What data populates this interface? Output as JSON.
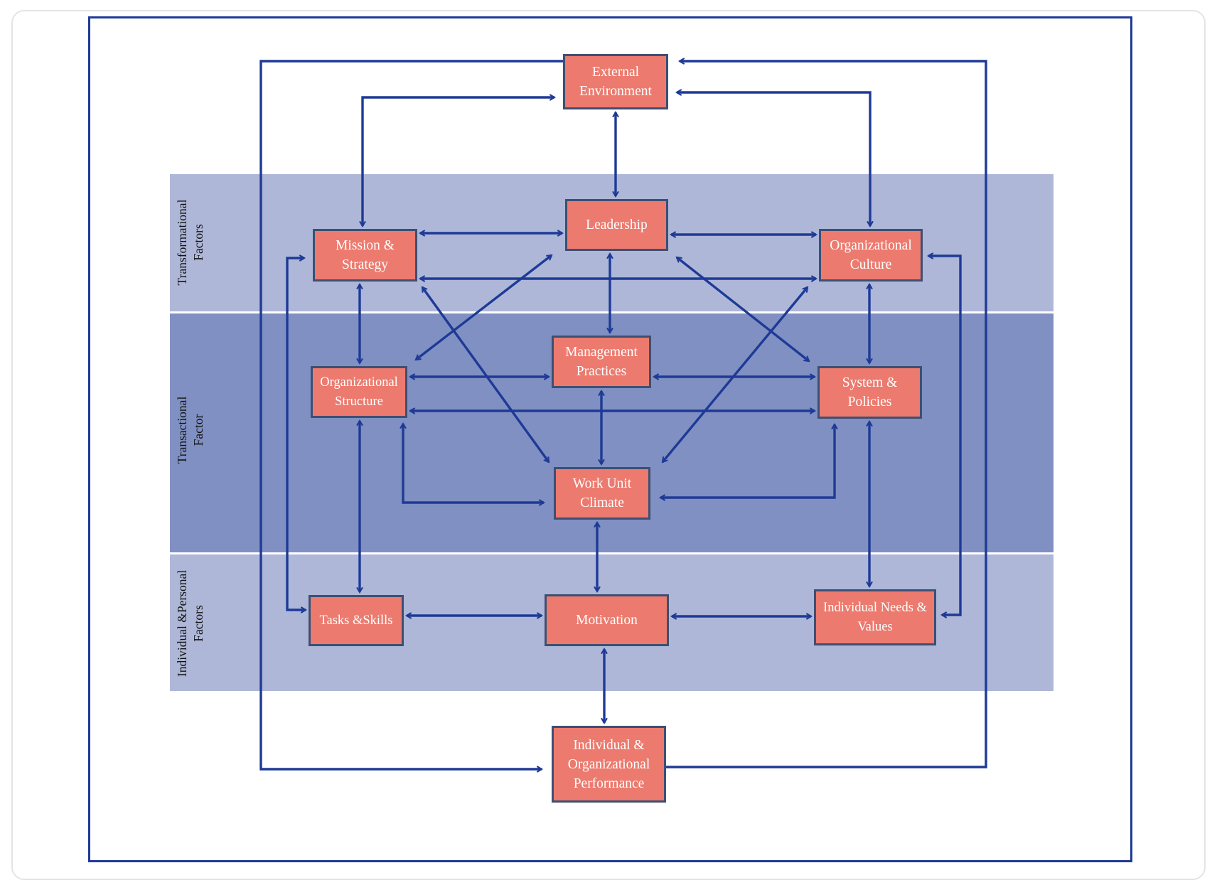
{
  "diagram": {
    "bands": [
      {
        "id": "transformational",
        "label_lines": [
          "Transformational",
          "Factors"
        ]
      },
      {
        "id": "transactional",
        "label_lines": [
          "Transactional",
          "Factor"
        ]
      },
      {
        "id": "individual",
        "label_lines": [
          "Individual &Personal",
          "Factors"
        ]
      }
    ],
    "nodes": {
      "external_environment": {
        "lines": [
          "External",
          "Environment"
        ]
      },
      "mission_strategy": {
        "lines": [
          "Mission &",
          "Strategy"
        ]
      },
      "leadership": {
        "lines": [
          "Leadership"
        ]
      },
      "organizational_culture": {
        "lines": [
          "Organizational",
          "Culture"
        ]
      },
      "organizational_structure": {
        "lines": [
          "Organizational",
          "Structure"
        ]
      },
      "management_practices": {
        "lines": [
          "Management",
          "Practices"
        ]
      },
      "system_policies": {
        "lines": [
          "System &",
          "Policies"
        ]
      },
      "work_unit_climate": {
        "lines": [
          "Work Unit",
          "Climate"
        ]
      },
      "tasks_skills": {
        "lines": [
          "Tasks &Skills"
        ]
      },
      "motivation": {
        "lines": [
          "Motivation"
        ]
      },
      "individual_needs_values": {
        "lines": [
          "Individual Needs &",
          "Values"
        ]
      },
      "performance": {
        "lines": [
          "Individual &",
          "Organizational",
          "Performance"
        ]
      }
    },
    "edges": [
      {
        "from": "external_environment",
        "to": "leadership",
        "type": "bidirectional"
      },
      {
        "from": "external_environment",
        "to": "mission_strategy",
        "type": "bidirectional"
      },
      {
        "from": "external_environment",
        "to": "organizational_culture",
        "type": "bidirectional"
      },
      {
        "from": "mission_strategy",
        "to": "leadership",
        "type": "bidirectional"
      },
      {
        "from": "leadership",
        "to": "organizational_culture",
        "type": "bidirectional"
      },
      {
        "from": "mission_strategy",
        "to": "organizational_culture",
        "type": "bidirectional"
      },
      {
        "from": "mission_strategy",
        "to": "organizational_structure",
        "type": "bidirectional"
      },
      {
        "from": "leadership",
        "to": "management_practices",
        "type": "bidirectional"
      },
      {
        "from": "organizational_culture",
        "to": "system_policies",
        "type": "bidirectional"
      },
      {
        "from": "leadership",
        "to": "organizational_structure",
        "type": "bidirectional"
      },
      {
        "from": "leadership",
        "to": "system_policies",
        "type": "bidirectional"
      },
      {
        "from": "mission_strategy",
        "to": "work_unit_climate",
        "type": "bidirectional"
      },
      {
        "from": "organizational_culture",
        "to": "work_unit_climate",
        "type": "bidirectional"
      },
      {
        "from": "organizational_structure",
        "to": "management_practices",
        "type": "bidirectional"
      },
      {
        "from": "management_practices",
        "to": "system_policies",
        "type": "bidirectional"
      },
      {
        "from": "organizational_structure",
        "to": "system_policies",
        "type": "bidirectional"
      },
      {
        "from": "management_practices",
        "to": "work_unit_climate",
        "type": "bidirectional"
      },
      {
        "from": "organizational_structure",
        "to": "work_unit_climate",
        "type": "bidirectional"
      },
      {
        "from": "system_policies",
        "to": "work_unit_climate",
        "type": "bidirectional"
      },
      {
        "from": "organizational_structure",
        "to": "tasks_skills",
        "type": "bidirectional"
      },
      {
        "from": "system_policies",
        "to": "individual_needs_values",
        "type": "bidirectional"
      },
      {
        "from": "work_unit_climate",
        "to": "motivation",
        "type": "bidirectional"
      },
      {
        "from": "mission_strategy",
        "to": "tasks_skills",
        "type": "bidirectional"
      },
      {
        "from": "organizational_culture",
        "to": "individual_needs_values",
        "type": "bidirectional"
      },
      {
        "from": "tasks_skills",
        "to": "motivation",
        "type": "bidirectional"
      },
      {
        "from": "motivation",
        "to": "individual_needs_values",
        "type": "bidirectional"
      },
      {
        "from": "motivation",
        "to": "performance",
        "type": "bidirectional"
      },
      {
        "from": "external_environment",
        "to": "performance",
        "type": "directed"
      },
      {
        "from": "performance",
        "to": "external_environment",
        "type": "directed"
      }
    ],
    "colors": {
      "node_fill": "#ec7a6e",
      "node_border": "#3d4f73",
      "node_text": "#ffffff",
      "arrow": "#1e3a96",
      "outer_border": "#1e3a96",
      "band_light": "#aeb7d8",
      "band_dark": "#8090c2",
      "band_label_text": "#121212"
    }
  }
}
